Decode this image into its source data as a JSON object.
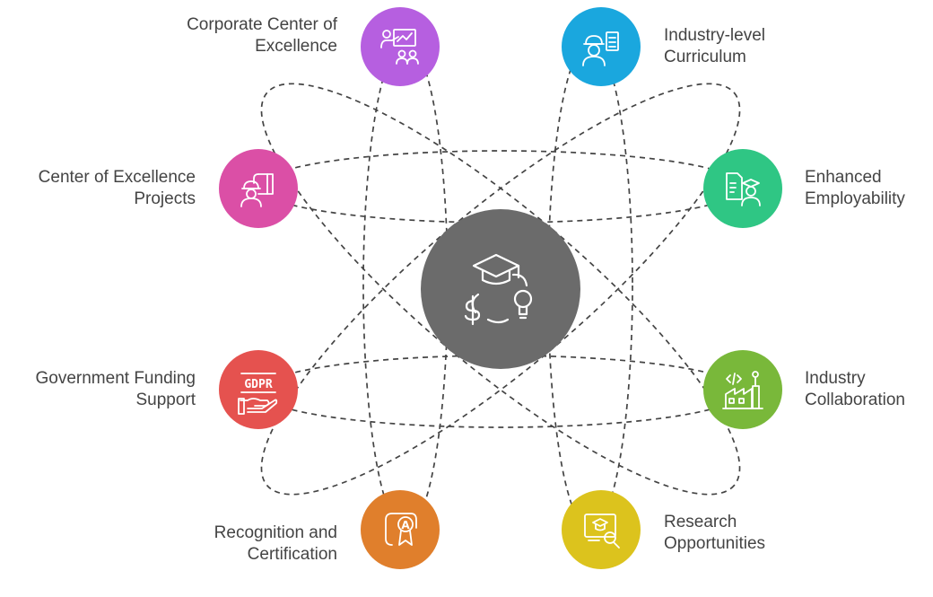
{
  "nodes": [
    {
      "id": "corporate-coe",
      "lines": [
        "Corporate Center of",
        "Excellence"
      ],
      "color": "#b65fe0",
      "icon": "presentation-team-icon"
    },
    {
      "id": "industry-curriculum",
      "lines": [
        "Industry-level",
        "Curriculum"
      ],
      "color": "#1aa7de",
      "icon": "worker-checklist-icon"
    },
    {
      "id": "coe-projects",
      "lines": [
        "Center of Excellence",
        "Projects"
      ],
      "color": "#db4fa6",
      "icon": "engineer-blueprint-icon"
    },
    {
      "id": "employability",
      "lines": [
        "Enhanced",
        "Employability"
      ],
      "color": "#2fc684",
      "icon": "graduate-document-icon"
    },
    {
      "id": "government-funding",
      "lines": [
        "Government Funding",
        "Support"
      ],
      "color": "#e5524f",
      "icon": "gdpr-hand-icon"
    },
    {
      "id": "industry-collaboration",
      "lines": [
        "Industry",
        "Collaboration"
      ],
      "color": "#79b83a",
      "icon": "factory-code-icon"
    },
    {
      "id": "recognition",
      "lines": [
        "Recognition and",
        "Certification"
      ],
      "color": "#e07f2c",
      "icon": "certificate-award-icon"
    },
    {
      "id": "research",
      "lines": [
        "Research",
        "Opportunities"
      ],
      "color": "#dcc31d",
      "icon": "research-monitor-icon"
    }
  ],
  "center": {
    "color": "#6b6b6b",
    "icon": "graduation-cap-money-idea-icon"
  }
}
